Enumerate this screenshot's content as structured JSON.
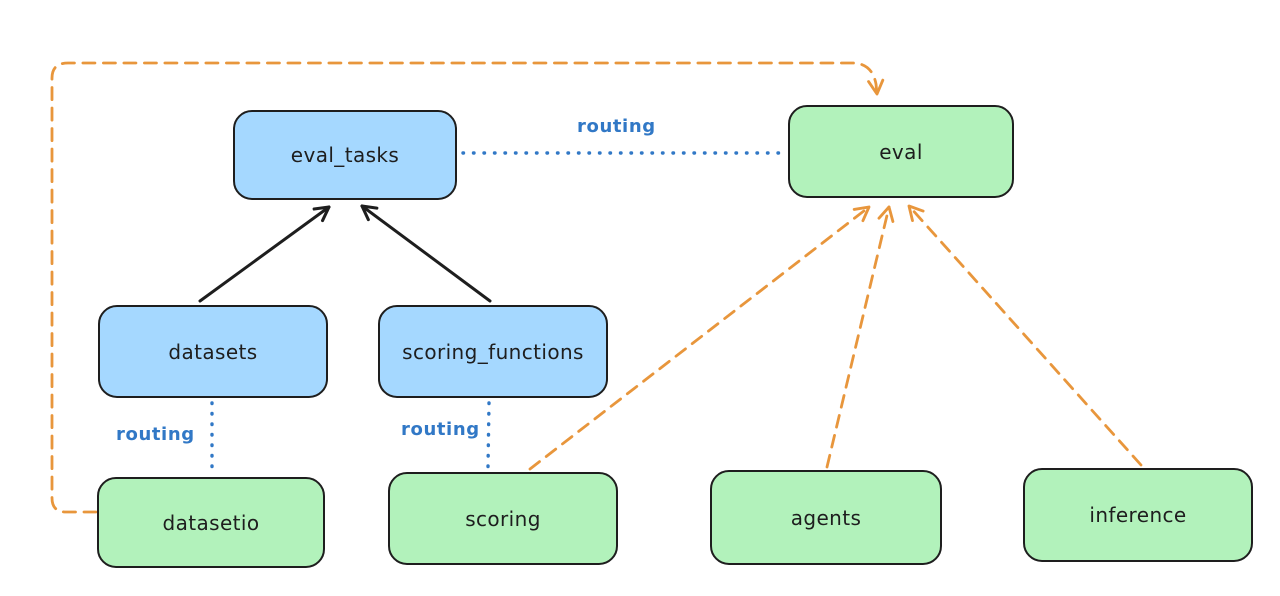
{
  "diagram": {
    "type": "component-routing-diagram",
    "nodes": {
      "eval_tasks": {
        "label": "eval_tasks",
        "fill": "#a5d8ff"
      },
      "eval": {
        "label": "eval",
        "fill": "#b2f2bb"
      },
      "datasets": {
        "label": "datasets",
        "fill": "#a5d8ff"
      },
      "scoring_functions": {
        "label": "scoring_functions",
        "fill": "#a5d8ff"
      },
      "datasetio": {
        "label": "datasetio",
        "fill": "#b2f2bb"
      },
      "scoring": {
        "label": "scoring",
        "fill": "#b2f2bb"
      },
      "agents": {
        "label": "agents",
        "fill": "#b2f2bb"
      },
      "inference": {
        "label": "inference",
        "fill": "#b2f2bb"
      }
    },
    "edges": [
      {
        "from": "datasets",
        "to": "eval_tasks",
        "style": "solid-black-arrow",
        "label": ""
      },
      {
        "from": "scoring_functions",
        "to": "eval_tasks",
        "style": "solid-black-arrow",
        "label": ""
      },
      {
        "from": "eval_tasks",
        "to": "eval",
        "style": "dotted-blue",
        "label": "routing"
      },
      {
        "from": "datasets",
        "to": "datasetio",
        "style": "dotted-blue",
        "label": "routing"
      },
      {
        "from": "scoring_functions",
        "to": "scoring",
        "style": "dotted-blue",
        "label": "routing"
      },
      {
        "from": "datasetio",
        "to": "eval",
        "style": "dashed-orange-arrow",
        "label": ""
      },
      {
        "from": "scoring",
        "to": "eval",
        "style": "dashed-orange-arrow",
        "label": ""
      },
      {
        "from": "agents",
        "to": "eval",
        "style": "dashed-orange-arrow",
        "label": ""
      },
      {
        "from": "inference",
        "to": "eval",
        "style": "dashed-orange-arrow",
        "label": ""
      }
    ],
    "edge_labels": {
      "eval_tasks_to_eval": "routing",
      "datasets_to_datasetio": "routing",
      "scoring_functions_to_scoring": "routing"
    },
    "colors": {
      "node_stroke": "#1e1e1e",
      "blue_node_fill": "#a5d8ff",
      "green_node_fill": "#b2f2bb",
      "routing_blue": "#3178c6",
      "provider_orange": "#e8963c",
      "black_arrow": "#1e1e1e",
      "background": "#ffffff"
    }
  }
}
